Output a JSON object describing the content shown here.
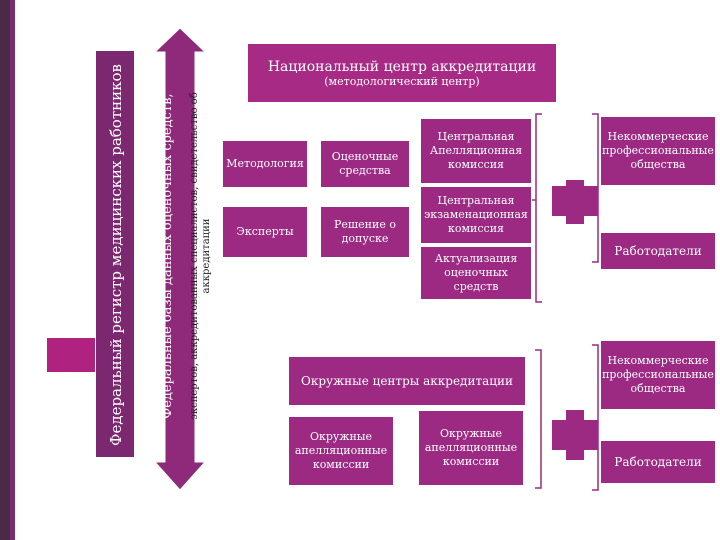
{
  "title_box": {
    "line1": "Национальный центр аккредитации",
    "line2": "(методологический центр)"
  },
  "left_bar": {
    "label": "Федеральный регистр медицинских работников"
  },
  "arrow_bar": {
    "line1": "Федеральные базы данных оценочных средств,",
    "line2": "экспертов, аккредитованных специалистов, свидетельство об",
    "line3": "аккредитации"
  },
  "center_boxes": {
    "methodology": "Методология",
    "assessment_tools": "Оценочные средства",
    "experts": "Эксперты",
    "admission_decision": "Решение о допуске"
  },
  "commissions": {
    "central_appeal": "Центральная Апелляционная комиссия",
    "central_exam": "Центральная экзаменационная комиссия",
    "update_tools": "Актуализация оценочных средств"
  },
  "right_top": {
    "nonprofit": "Некоммерческие профессиональные общества",
    "employers": "Работодатели"
  },
  "district": {
    "centers": "Окружные центры аккредитации",
    "appeal": "Окружные апелляционные комиссии",
    "appeal2": "Окружные апелляционные комиссии"
  },
  "right_bottom": {
    "nonprofit": "Некоммерческие профессиональные общества",
    "employers": "Работодатели"
  },
  "colors": {
    "primary": "#9c2a83",
    "dark": "#4a2a45",
    "accent": "#b0227f"
  }
}
